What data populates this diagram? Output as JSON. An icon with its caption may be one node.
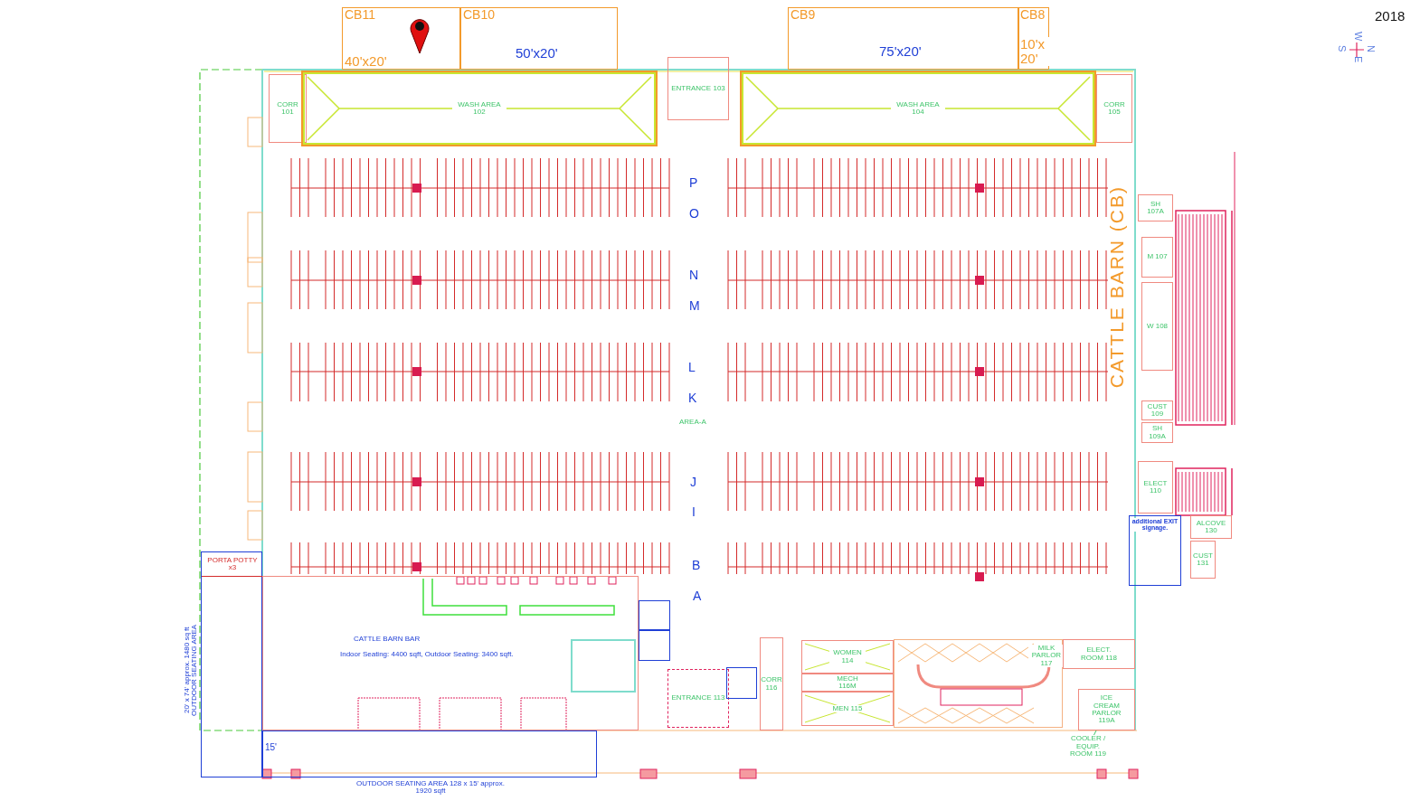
{
  "diagram": {
    "nodes": [
      {
        "text": [
          "CB11",
          "40'x20'"
        ]
      },
      {
        "text": [
          "CB10",
          "50'x20'"
        ]
      },
      {
        "text": [
          "CB9",
          "75'x20'"
        ]
      },
      {
        "text": [
          "CB8",
          "10'x 20'"
        ]
      },
      {
        "text": [
          "CORR 101"
        ]
      },
      {
        "text": [
          "WASH AREA 102"
        ]
      },
      {
        "text": [
          "ENTRANCE 103"
        ]
      },
      {
        "text": [
          "WASH AREA 104"
        ]
      },
      {
        "text": [
          "CORR 105"
        ]
      },
      {
        "text": [
          "SH 107A"
        ]
      },
      {
        "text": [
          "M 107"
        ]
      },
      {
        "text": [
          "W 108"
        ]
      },
      {
        "text": [
          "CUST 109"
        ]
      },
      {
        "text": [
          "SH 109A"
        ]
      },
      {
        "text": [
          "ELECT 110"
        ]
      },
      {
        "text": [
          "additional EXIT signage."
        ]
      },
      {
        "text": [
          "ALCOVE 130"
        ]
      },
      {
        "text": [
          "CUST 131"
        ]
      },
      {
        "text": [
          "20' x 74' approx. 1480 sq ft OUTDOOR SEATING AREA"
        ]
      },
      {
        "text": [
          "PORTA POTTY x3"
        ],
        "in": 18
      },
      {
        "text": [
          "CATTLE BARN BAR",
          "Indoor Seating: 4400 sqft, Outdoor Seating: 3400 sqft."
        ]
      },
      {
        "text": [],
        "shape": "box"
      },
      {
        "text": [],
        "shape": "box"
      },
      {
        "text": [
          "OUTDOOR SEATING AREA 128 x 15' approx. 1920 sqft"
        ]
      },
      {
        "text": [
          "ENTRANCE 113"
        ]
      },
      {
        "text": [],
        "shape": "box"
      },
      {
        "text": [
          "CORR 116"
        ]
      },
      {
        "text": [
          "WOMEN 114"
        ]
      },
      {
        "text": [
          "MECH 116M"
        ]
      },
      {
        "text": [
          "MEN 115"
        ]
      },
      {
        "text": [
          "MILK PARLOR 117"
        ]
      },
      {
        "text": [
          "ELECT. ROOM 118"
        ]
      },
      {
        "text": [
          "ICE CREAM PARLOR 119A"
        ]
      },
      {
        "text": [
          "COOLER / EQUIP. ROOM 119"
        ]
      }
    ],
    "edges": [
      {
        "from": 33,
        "to": 32,
        "arrow": "none"
      }
    ],
    "labels": [
      "2018",
      "N",
      "W",
      "E",
      "S",
      "P",
      "O",
      "N",
      "M",
      "L",
      "K",
      "AREA-A",
      "J",
      "I",
      "B",
      "A",
      "CATTLE BARN (CB)",
      "15'"
    ]
  }
}
